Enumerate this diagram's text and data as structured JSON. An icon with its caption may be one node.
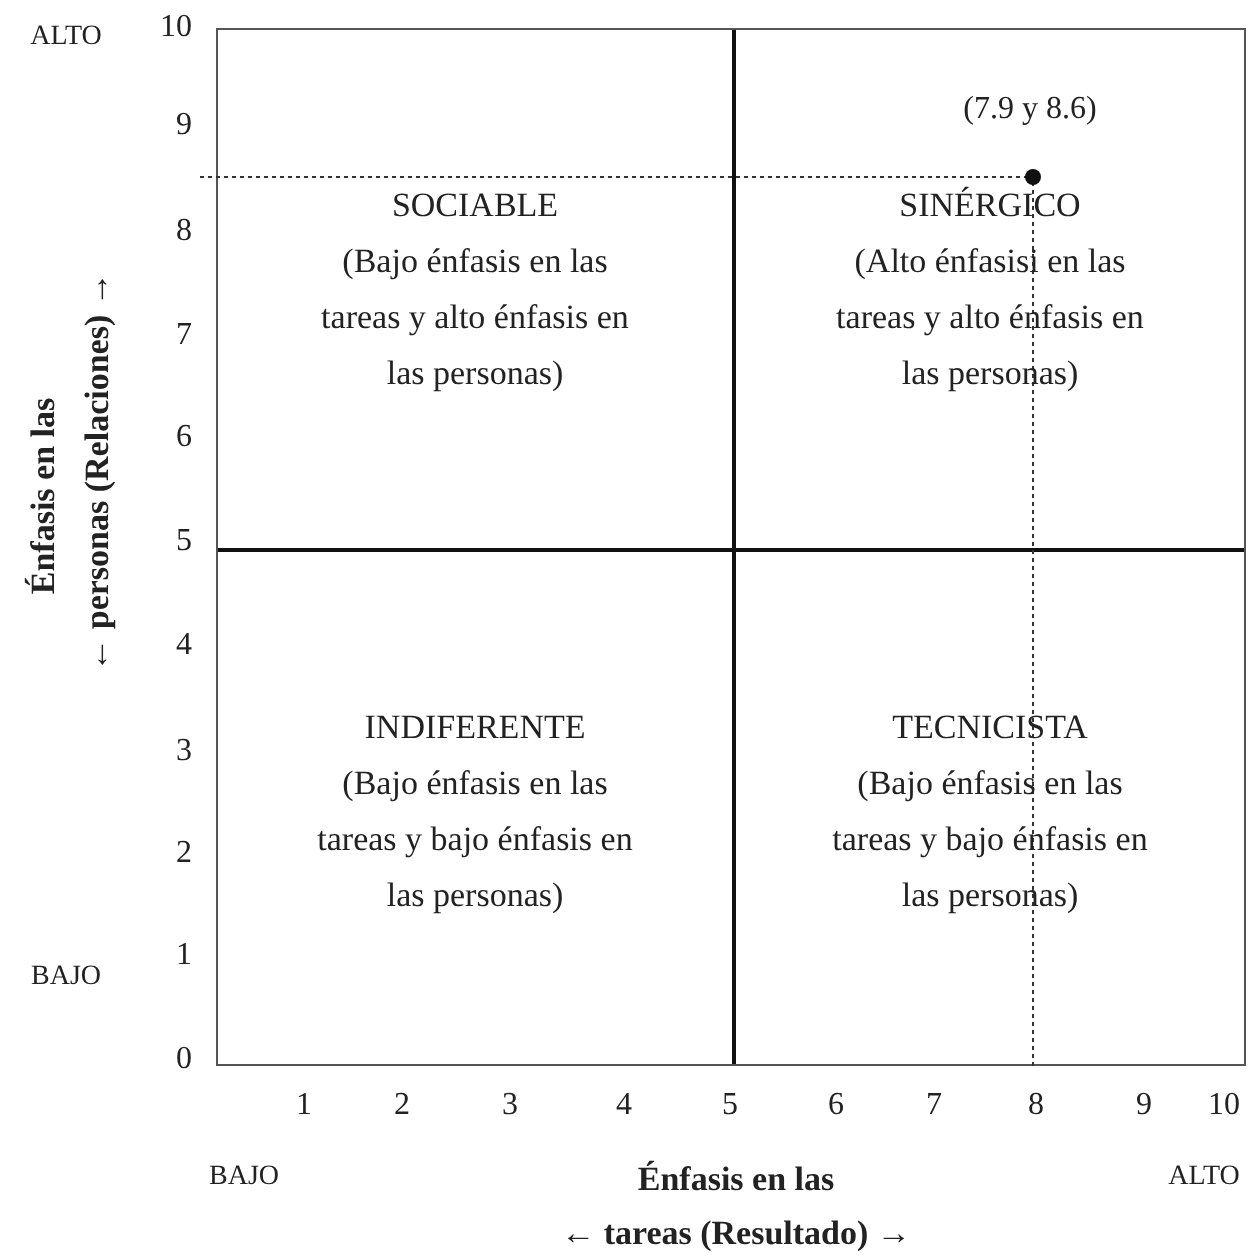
{
  "diagram": {
    "nodes": [
      {
        "text": [
          "SOCIABLE",
          "(Bajo énfasis en las tareas y alto énfasis en las personas)"
        ]
      },
      {
        "text": [
          "SINÉRGICO",
          "(Alto énfasisi en las tareas y alto énfasis en las personas)"
        ]
      },
      {
        "text": [
          "INDIFERENTE",
          "(Bajo énfasis en las tareas y bajo énfasis en las personas)"
        ]
      },
      {
        "text": [
          "TECNICISTA",
          "(Bajo énfasis en las tareas y bajo énfasis en las personas)"
        ]
      }
    ],
    "edges": [],
    "labels": [
      "ALTO",
      "10",
      "9",
      "(7.9 y 8.6)",
      "8",
      "7",
      "6",
      "5",
      "4",
      "3",
      "2",
      "BAJO",
      "1",
      "0",
      "1",
      "2",
      "3",
      "4",
      "5",
      "6",
      "7",
      "8",
      "9",
      "10",
      "BAJO",
      "ALTO",
      "Énfasis en las",
      "← tareas (Resultado) →",
      "Énfasis en las",
      "← personas (Relaciones) →"
    ]
  }
}
